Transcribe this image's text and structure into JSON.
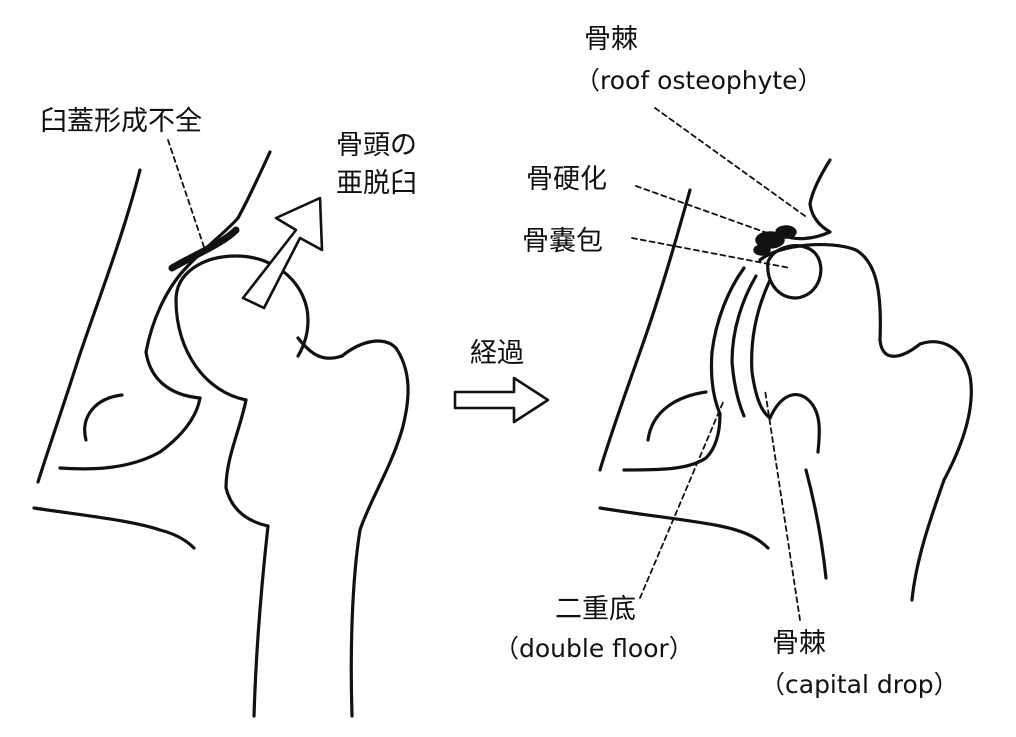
{
  "labels": {
    "dysplasia": "臼蓋形成不全",
    "subluxation_line1": "骨頭の",
    "subluxation_line2": "亜脱臼",
    "progression": "経過",
    "roof_osteophyte_jp": "骨棘",
    "roof_osteophyte_en": "（roof osteophyte）",
    "sclerosis": "骨硬化",
    "bone_cyst": "骨嚢包",
    "double_floor_jp": "二重底",
    "double_floor_en": "（double floor）",
    "capital_drop_jp": "骨棘",
    "capital_drop_en": "（capital drop）"
  },
  "colors": {
    "ink": "#111111",
    "background": "#ffffff"
  }
}
